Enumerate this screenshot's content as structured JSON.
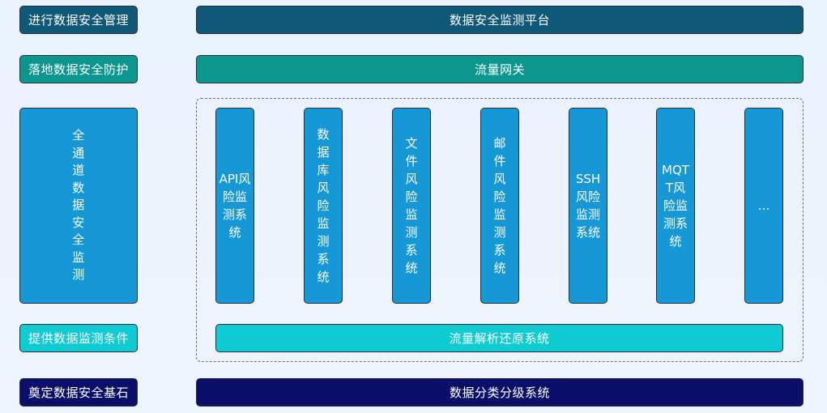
{
  "rows": {
    "row1": {
      "left": "进行数据安全管理",
      "bar": "数据安全监测平台"
    },
    "row2": {
      "left": "落地数据安全防护",
      "bar": "流量网关"
    },
    "row3": {
      "left": "全通道数据安全监测"
    },
    "row4": {
      "left": "提供数据监测条件",
      "bar": "流量解析还原系统"
    },
    "row5": {
      "left": "奠定数据安全基石",
      "bar": "数据分类分级系统"
    }
  },
  "columns": [
    {
      "label": "API风险监测系统"
    },
    {
      "label": "数据库风险监测系统"
    },
    {
      "label": "文件风险监测系统"
    },
    {
      "label": "邮件风险监测系统"
    },
    {
      "label": "SSH风险监测系统"
    },
    {
      "label": "MQTT风险监测系统"
    },
    {
      "label": "…"
    }
  ],
  "colors": {
    "platform": "#0f5878",
    "gateway": "#0b968e",
    "monitor": "#1698d6",
    "parse": "#11cbd2",
    "classify": "#0b0f6a"
  }
}
